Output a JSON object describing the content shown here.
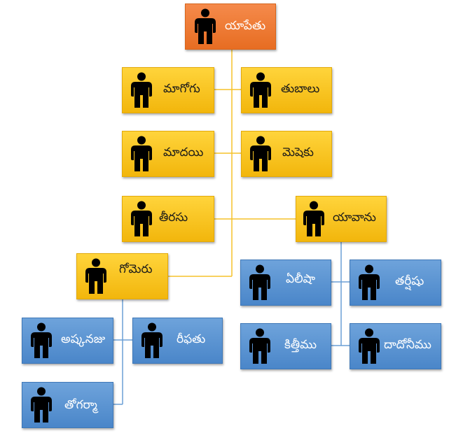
{
  "root": {
    "label": "యాపేతు",
    "icon": "person-icon"
  },
  "level1": [
    {
      "label": "మాగోగు"
    },
    {
      "label": "తుబాలు"
    },
    {
      "label": "మాదయి"
    },
    {
      "label": "మెషెకు"
    },
    {
      "label": "తీరసు"
    },
    {
      "label": "యావాను"
    },
    {
      "label": "గోమెరు"
    }
  ],
  "gomer_children": [
    {
      "label": "అష్కనజు"
    },
    {
      "label": "రీఫతు"
    },
    {
      "label": "తోగర్మా"
    }
  ],
  "javan_children": [
    {
      "label": "ఏలీషా"
    },
    {
      "label": "తర్షీషు"
    },
    {
      "label": "కిత్తీము"
    },
    {
      "label": "దాదోనీము"
    }
  ],
  "colors": {
    "root": "#e76d22",
    "level1": "#f2b60c",
    "grandchild": "#4a86c9",
    "connector_gold": "#f5c22a",
    "connector_blue": "#6b9fd6",
    "person_icon": "#000000"
  }
}
